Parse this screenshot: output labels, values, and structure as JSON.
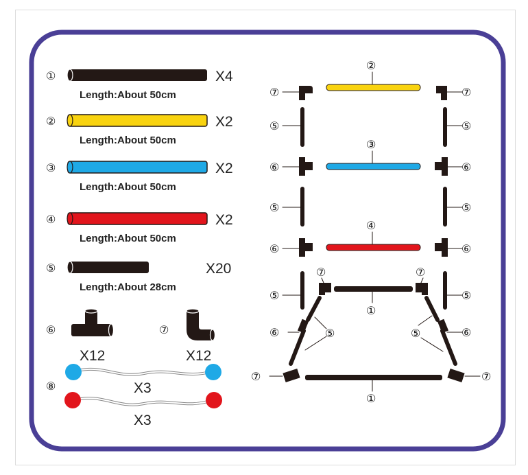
{
  "colors": {
    "border": "#4a3f96",
    "black_pipe": "#231815",
    "yellow_pipe": "#f9d30f",
    "blue_pipe": "#1fa9e6",
    "red_pipe": "#e2151c",
    "blue_ball": "#1fa9e6",
    "red_ball": "#e2151c"
  },
  "legend": {
    "items": [
      {
        "num": "①",
        "qty": "X4",
        "length": "Length:About 50cm",
        "color": "#231815",
        "icon": "long-pipe-icon"
      },
      {
        "num": "②",
        "qty": "X2",
        "length": "Length:About 50cm",
        "color": "#f9d30f",
        "icon": "long-pipe-icon"
      },
      {
        "num": "③",
        "qty": "X2",
        "length": "Length:About 50cm",
        "color": "#1fa9e6",
        "icon": "long-pipe-icon"
      },
      {
        "num": "④",
        "qty": "X2",
        "length": "Length:About 50cm",
        "color": "#e2151c",
        "icon": "long-pipe-icon"
      },
      {
        "num": "⑤",
        "qty": "X20",
        "length": "Length:About 28cm",
        "color": "#231815",
        "icon": "short-pipe-icon"
      }
    ],
    "tee": {
      "num": "⑥",
      "qty": "X12",
      "icon": "tee-connector-icon"
    },
    "elbow": {
      "num": "⑦",
      "qty": "X12",
      "icon": "elbow-connector-icon"
    },
    "cords": {
      "num": "⑧",
      "blue_qty": "X3",
      "red_qty": "X3",
      "icon": "bungee-cord-icon"
    }
  },
  "assembly": {
    "label_1": "①",
    "label_2": "②",
    "label_3": "③",
    "label_4": "④",
    "label_5": "⑤",
    "label_6": "⑥",
    "label_7": "⑦"
  }
}
